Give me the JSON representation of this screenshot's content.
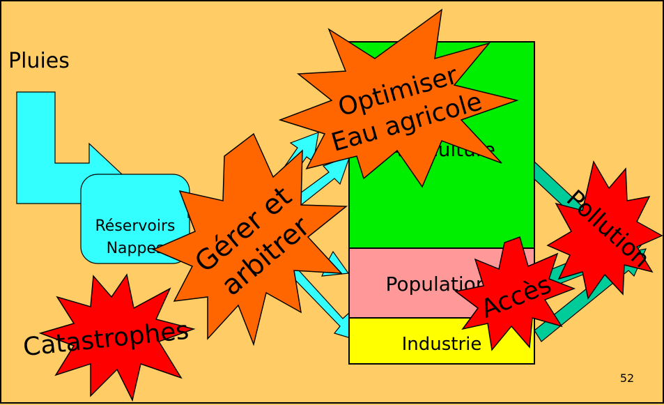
{
  "labels": {
    "rain": "Pluies",
    "reservoir_line1": "Réservoirs",
    "reservoir_line2": "Nappes",
    "agriculture": "Agriculture",
    "population": "Population",
    "industry": "Industrie",
    "optimize_line1": "Optimiser",
    "optimize_line2": "Eau agricole",
    "manage_line1": "Gérer et",
    "manage_line2": "arbitrer",
    "pollution": "Pollution",
    "access": "Accès",
    "disasters": "Catastrophes",
    "page_number": "52"
  },
  "colors": {
    "background": "#FFCC66",
    "water": "#33FFFF",
    "agriculture": "#00EE00",
    "population": "#FF9999",
    "industry": "#FFFF00",
    "orange_burst": "#FF6600",
    "red_burst": "#FF0000",
    "outflow": "#00CC99"
  }
}
